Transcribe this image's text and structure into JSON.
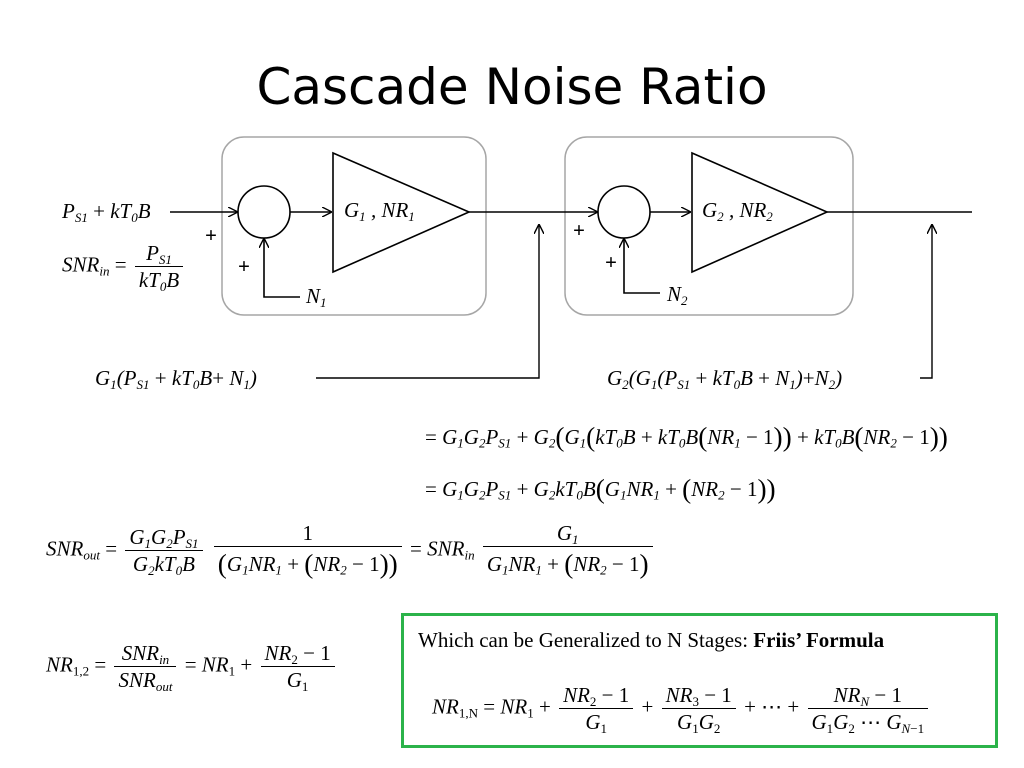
{
  "slide": {
    "title": "Cascade Noise Ratio"
  },
  "diagram": {
    "stage1_label": "G1 , NR1",
    "stage2_label": "G2 , NR2",
    "noise1_label": "N1",
    "noise2_label": "N2",
    "plus_sign": "+",
    "input_label": "PS1 + kT0B",
    "snr_in_def": "SNRin = PS1 / kT0B",
    "out1_label": "G1(PS1 + kT0B+ N1)",
    "out2_label": "G2(G1(PS1 + kT0B + N1)+N2)"
  },
  "equations": {
    "expand_line1": "= G1G2PS1 + G2(G1(kT0B + kT0B(NR1 − 1)) + kT0B(NR2 − 1))",
    "expand_line2": "= G1G2PS1 + G2kT0B(G1NR1 + (NR2 − 1))",
    "snr_out": "SNRout = G1G2PS1 / G2kT0B · 1/(G1NR1 + (NR2 − 1)) = SNRin · G1/(G1NR1 + (NR2 − 1))",
    "nr12": "NR1,2 = SNRin/SNRout = NR1 + (NR2 − 1)/G1"
  },
  "friis": {
    "caption_text": "Which can be Generalized to N Stages: ",
    "caption_bold": "Friis’ Formula",
    "formula": "NR1,N = NR1 + (NR2 − 1)/G1 + (NR3 − 1)/G1G2 + ⋯ + (NRN − 1)/G1G2⋯GN−1",
    "border_color": "#2bb34a"
  }
}
